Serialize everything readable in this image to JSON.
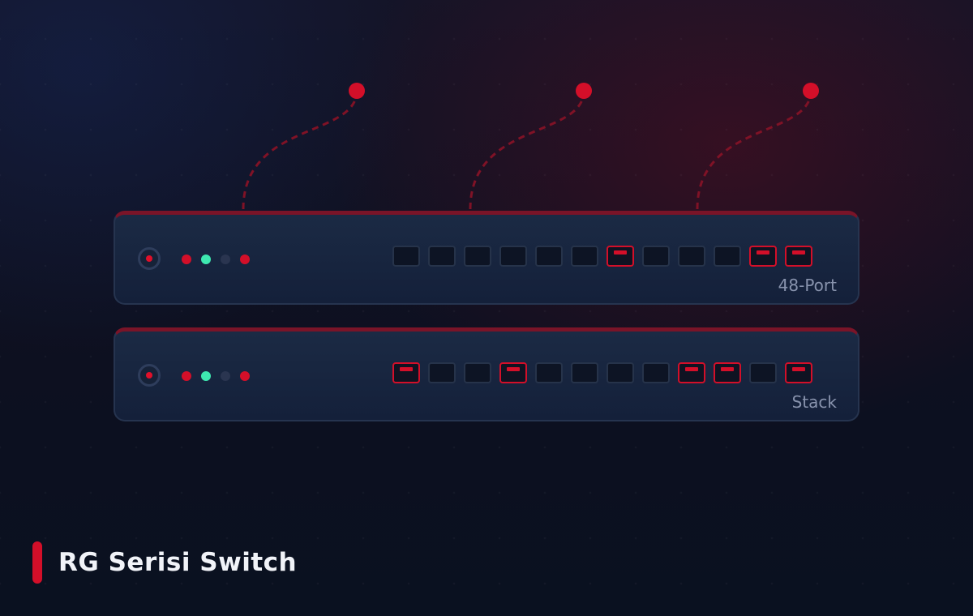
{
  "title": "RG Serisi Switch",
  "colors": {
    "accent": "#d30f29",
    "led_green": "#3ee8b0",
    "led_off": "#2a3550",
    "label": "#8893ad"
  },
  "switches": [
    {
      "label": "48-Port",
      "leds": [
        "red",
        "green",
        "off",
        "red"
      ],
      "ports": [
        false,
        false,
        false,
        false,
        false,
        false,
        true,
        false,
        false,
        false,
        true,
        true
      ]
    },
    {
      "label": "Stack",
      "leds": [
        "red",
        "green",
        "off",
        "red"
      ],
      "ports": [
        true,
        false,
        false,
        true,
        false,
        false,
        false,
        false,
        true,
        true,
        false,
        true
      ]
    }
  ],
  "uplinks": [
    {
      "icon": "uplink-node-icon"
    },
    {
      "icon": "uplink-node-icon"
    },
    {
      "icon": "uplink-node-icon"
    }
  ]
}
